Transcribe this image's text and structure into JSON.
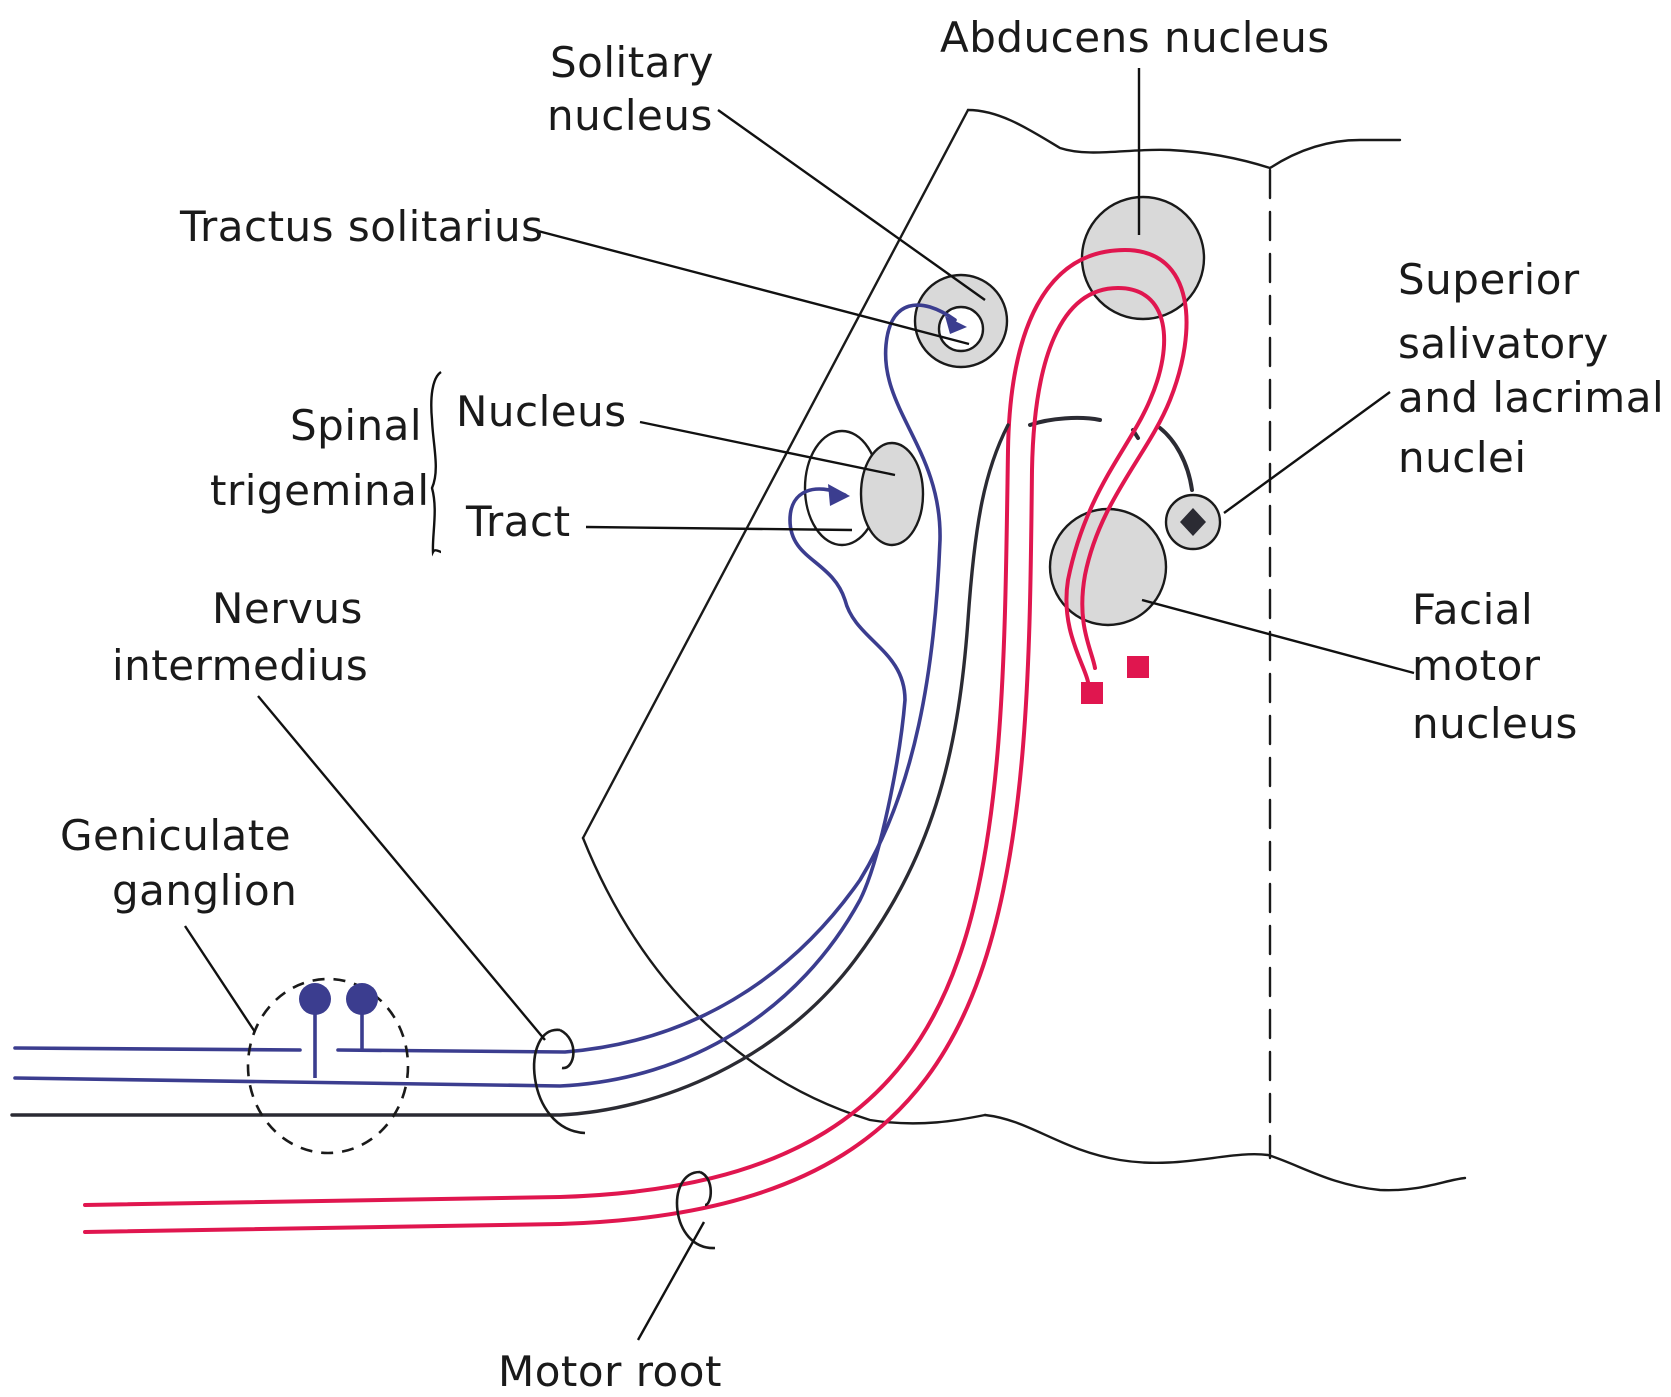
{
  "colors": {
    "sensory_blue": "#3b3d8f",
    "motor_red": "#e0164f",
    "autonomic_dark": "#2b2b33",
    "nucleus_fill": "#d9d9d9",
    "outline": "#1a1a1a"
  },
  "labels": {
    "abducens_nucleus": "Abducens nucleus",
    "solitary_nucleus_line1": "Solitary",
    "solitary_nucleus_line2": "nucleus",
    "tractus_solitarius": "Tractus solitarius",
    "spinal_trigeminal_line1": "Spinal",
    "spinal_trigeminal_line2": "trigeminal",
    "nucleus": "Nucleus",
    "tract": "Tract",
    "superior_salivatory_line1": "Superior",
    "superior_salivatory_line2": "salivatory",
    "superior_salivatory_line3": "and lacrimal",
    "superior_salivatory_line4": "nuclei",
    "facial_motor_line1": "Facial",
    "facial_motor_line2": "motor",
    "facial_motor_line3": "nucleus",
    "nervus_intermedius_line1": "Nervus",
    "nervus_intermedius_line2": "intermedius",
    "geniculate_line1": "Geniculate",
    "geniculate_line2": "ganglion",
    "motor_root": "Motor root"
  },
  "icons": {
    "ganglion_cell": "filled-circle-with-stalk",
    "axon_terminal": "filled-square",
    "synaptic_arrow": "arrowhead"
  }
}
